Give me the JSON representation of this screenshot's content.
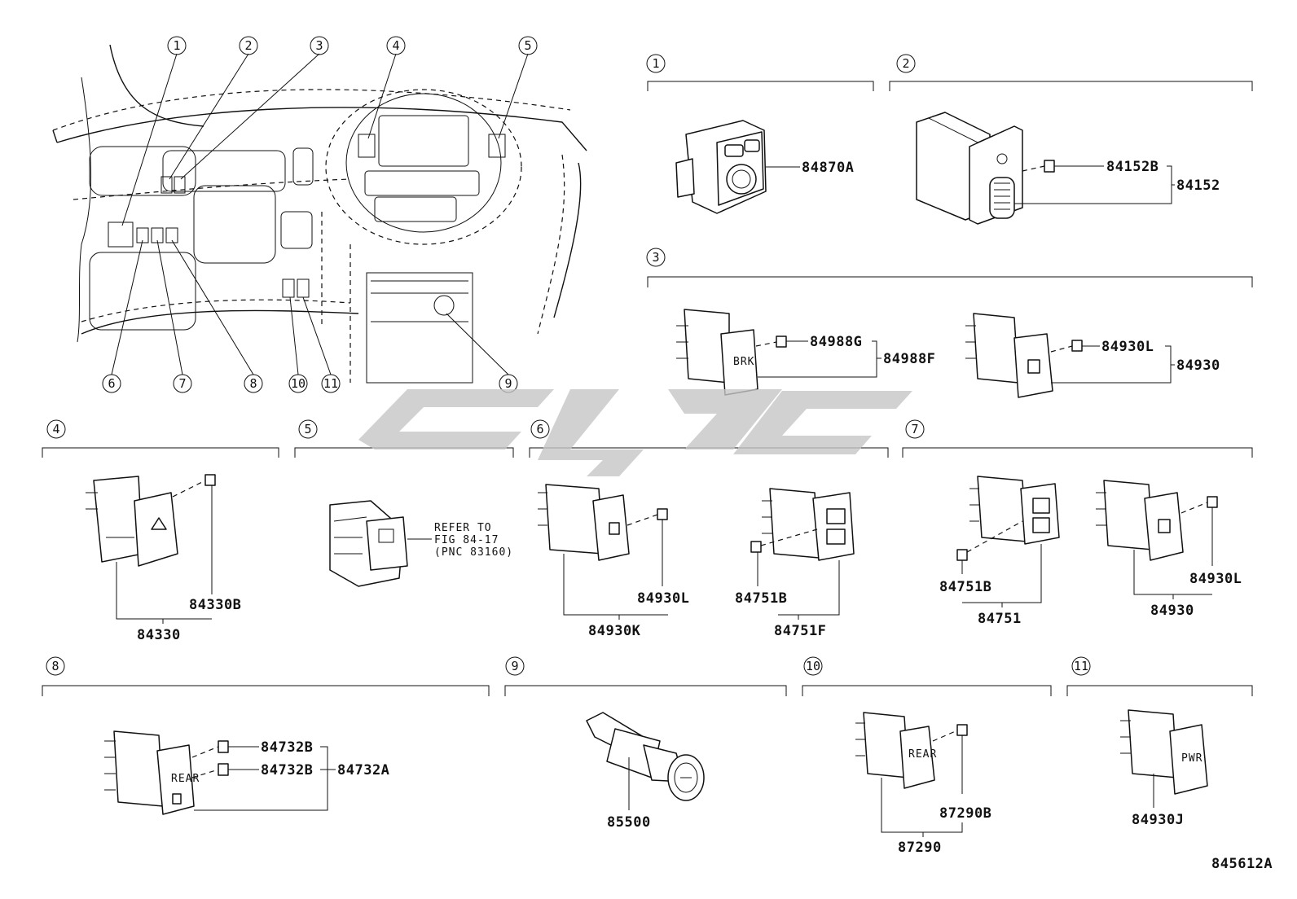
{
  "diagram_id": "845612A",
  "overview_callouts": [
    "1",
    "2",
    "3",
    "4",
    "5",
    "6",
    "7",
    "8",
    "9",
    "10",
    "11"
  ],
  "sections": [
    {
      "id": "1",
      "parts": [
        "84870A"
      ]
    },
    {
      "id": "2",
      "parts": [
        "84152B",
        "84152"
      ]
    },
    {
      "id": "3",
      "parts": [
        "84988G",
        "84988F",
        "84930L",
        "84930"
      ]
    },
    {
      "id": "4",
      "parts": [
        "84330B",
        "84330"
      ]
    },
    {
      "id": "5",
      "note": [
        "REFER TO",
        "FIG 84-17",
        "(PNC 83160)"
      ]
    },
    {
      "id": "6",
      "parts": [
        "84930L",
        "84930K",
        "84751B",
        "84751F"
      ]
    },
    {
      "id": "7",
      "parts": [
        "84751B",
        "84751",
        "84930L",
        "84930"
      ]
    },
    {
      "id": "8",
      "parts": [
        "84732B",
        "84732B",
        "84732A"
      ]
    },
    {
      "id": "9",
      "parts": [
        "85500"
      ]
    },
    {
      "id": "10",
      "parts": [
        "87290B",
        "87290"
      ]
    },
    {
      "id": "11",
      "parts": [
        "84930J"
      ]
    }
  ]
}
